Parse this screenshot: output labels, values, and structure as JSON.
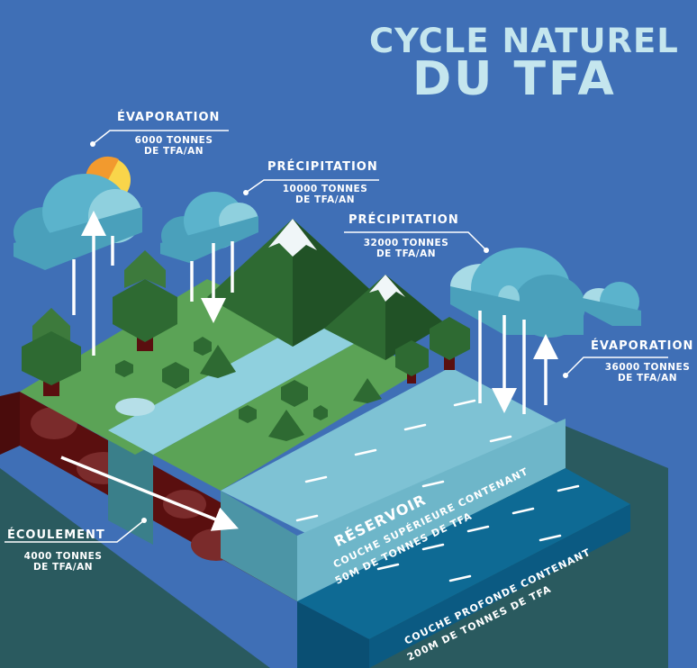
{
  "title": {
    "line1": "CYCLE NATUREL",
    "line2": "DU TFA"
  },
  "flows": [
    {
      "heading": "ÉVAPORATION",
      "line1": "6000 TONNES",
      "line2": "DE TFA/AN"
    },
    {
      "heading": "PRÉCIPITATION",
      "line1": "10000 TONNES",
      "line2": "DE TFA/AN"
    },
    {
      "heading": "PRÉCIPITATION",
      "line1": "32000 TONNES",
      "line2": "DE TFA/AN"
    },
    {
      "heading": "ÉVAPORATION",
      "line1": "36000 TONNES",
      "line2": "DE TFA/AN"
    },
    {
      "heading": "ÉCOULEMENT",
      "line1": "4000 TONNES",
      "line2": "DE TFA/AN"
    }
  ],
  "reservoir": {
    "title": "RÉSERVOIR",
    "upper_line1": "COUCHE SUPÉRIEURE CONTENANT",
    "upper_line2": "50M DE TONNES DE TFA",
    "deep_line1": "COUCHE PROFONDE CONTENANT",
    "deep_line2": "200M DE TONNES DE TFA"
  },
  "colors": {
    "background": "#3f6fb6",
    "grass": "#5ba356",
    "soil": "#5a0f0f",
    "water_surface": "#7ec2d4",
    "deep_water": "#0e6a94",
    "cloud": "#5bb3cc",
    "title": "#c5e6ee"
  }
}
